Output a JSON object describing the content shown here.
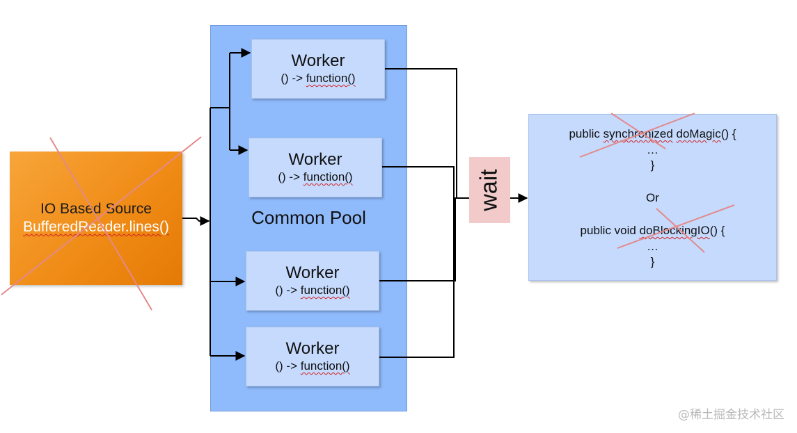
{
  "source": {
    "title": "IO Based Source",
    "subtitle": "BufferedReader.lines()"
  },
  "pool": {
    "label": "Common Pool",
    "workers": [
      {
        "title": "Worker",
        "code_prefix": "() -> ",
        "code_fn": "function()"
      },
      {
        "title": "Worker",
        "code_prefix": "() -> ",
        "code_fn": "function()"
      },
      {
        "title": "Worker",
        "code_prefix": "() -> ",
        "code_fn": "function()"
      },
      {
        "title": "Worker",
        "code_prefix": "() -> ",
        "code_fn": "function()"
      }
    ]
  },
  "wait": {
    "label": "wait"
  },
  "code": {
    "line1_prefix": "public ",
    "line1_kw": "synchronized",
    "line1_space": " ",
    "line1_fn": "doMagic",
    "line1_suffix": "() {",
    "line2": "…",
    "line3": "}",
    "or": "Or",
    "line4_prefix": "public void ",
    "line4_fn": "doBlockingIO",
    "line4_suffix": "() {",
    "line5": "…",
    "line6": "}"
  },
  "watermark": "@稀土掘金技术社区",
  "colors": {
    "source_fill": "#f08c17",
    "pool_fill": "#8fbafb",
    "worker_fill": "#c5dafd",
    "wait_fill": "#f2caca",
    "cross_line": "#e38a8a"
  }
}
